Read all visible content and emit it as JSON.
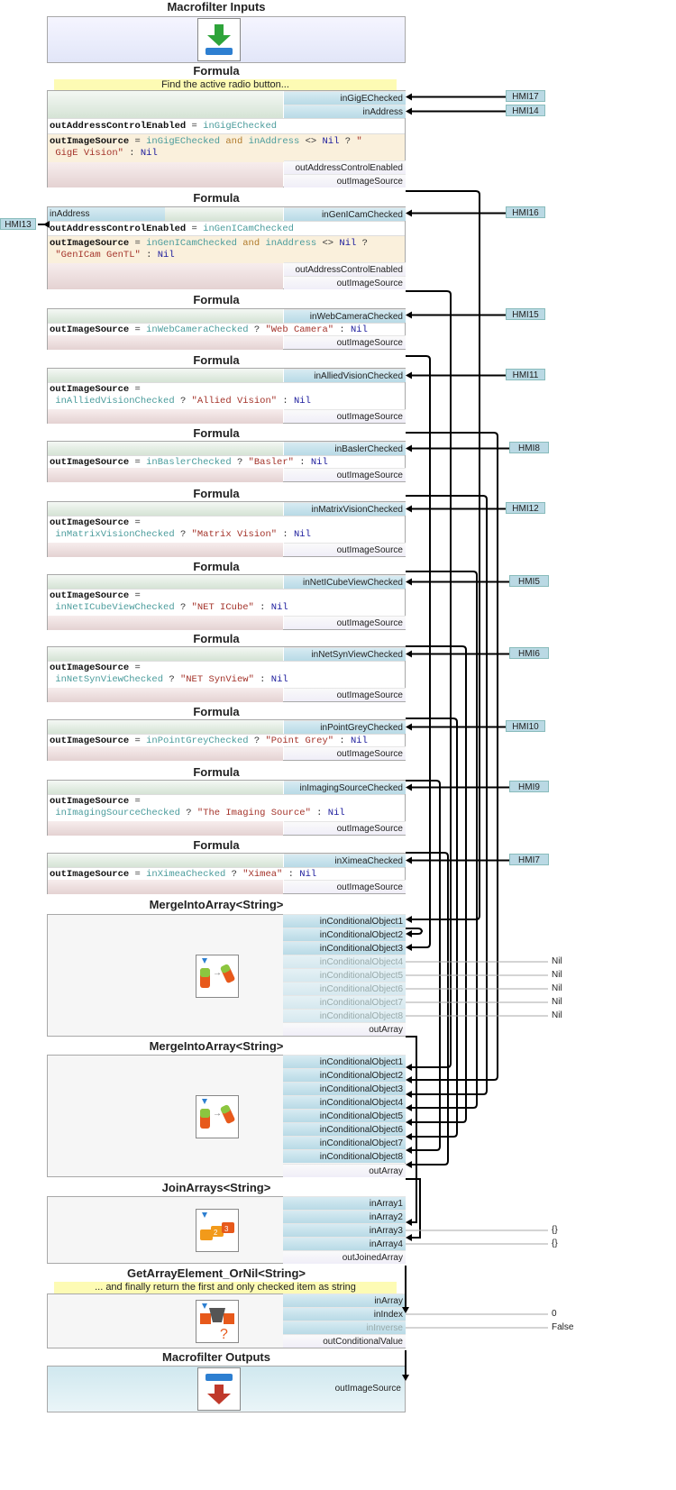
{
  "macro_inputs": {
    "title": "Macrofilter Inputs"
  },
  "macro_outputs": {
    "title": "Macrofilter Outputs",
    "port": "outImageSource"
  },
  "comments": {
    "first": "Find the active radio button...",
    "last": "... and finally return the first and only checked item as string"
  },
  "formula_title": "Formula",
  "hmi": {
    "f1a": "HMI17",
    "f1b": "HMI14",
    "f2left": "HMI13",
    "f2": "HMI16",
    "f3": "HMI15",
    "f4": "HMI11",
    "f5": "HMI8",
    "f6": "HMI12",
    "f7": "HMI5",
    "f8": "HMI6",
    "f9": "HMI10",
    "f10": "HMI9",
    "f11": "HMI7"
  },
  "formulas": [
    {
      "in": [
        "inGigEChecked",
        "inAddress"
      ],
      "out": [
        "outAddressControlEnabled",
        "outImageSource"
      ],
      "line1": [
        "outAddressControlEnabled",
        " = ",
        "inGigEChecked"
      ],
      "line2": [
        "outImageSource",
        " = ",
        "inGigEChecked",
        " and ",
        "inAddress",
        " <> ",
        "Nil",
        " ? ",
        "\"",
        "GigE Vision\"",
        " : ",
        "Nil"
      ]
    },
    {
      "in": [
        "inGenICamChecked"
      ],
      "leftin": "inAddress",
      "out": [
        "outAddressControlEnabled",
        "outImageSource"
      ],
      "line1": [
        "outAddressControlEnabled",
        " = ",
        "inGenICamChecked"
      ],
      "line2": [
        "outImageSource",
        " = ",
        "inGenICamChecked",
        " and ",
        "inAddress",
        " <> ",
        "Nil",
        " ?",
        "\"GenICam GenTL\"",
        " : ",
        "Nil"
      ]
    },
    {
      "in": [
        "inWebCameraChecked"
      ],
      "out": [
        "outImageSource"
      ],
      "var": "inWebCameraChecked",
      "str": "\"Web Camera\"",
      "oneline": true
    },
    {
      "in": [
        "inAlliedVisionChecked"
      ],
      "out": [
        "outImageSource"
      ],
      "var": "inAlliedVisionChecked",
      "str": "\"Allied Vision\"",
      "oneline": false
    },
    {
      "in": [
        "inBaslerChecked"
      ],
      "out": [
        "outImageSource"
      ],
      "var": "inBaslerChecked",
      "str": "\"Basler\"",
      "oneline": true
    },
    {
      "in": [
        "inMatrixVisionChecked"
      ],
      "out": [
        "outImageSource"
      ],
      "var": "inMatrixVisionChecked",
      "str": "\"Matrix Vision\"",
      "oneline": false
    },
    {
      "in": [
        "inNetICubeViewChecked"
      ],
      "out": [
        "outImageSource"
      ],
      "var": "inNetICubeViewChecked",
      "str": "\"NET ICube\"",
      "oneline": false
    },
    {
      "in": [
        "inNetSynViewChecked"
      ],
      "out": [
        "outImageSource"
      ],
      "var": "inNetSynViewChecked",
      "str": "\"NET SynView\"",
      "oneline": false
    },
    {
      "in": [
        "inPointGreyChecked"
      ],
      "out": [
        "outImageSource"
      ],
      "var": "inPointGreyChecked",
      "str": "\"Point Grey\"",
      "oneline": true
    },
    {
      "in": [
        "inImagingSourceChecked"
      ],
      "out": [
        "outImageSource"
      ],
      "var": "inImagingSourceChecked",
      "str": "\"The Imaging Source\"",
      "oneline": false
    },
    {
      "in": [
        "inXimeaChecked"
      ],
      "out": [
        "outImageSource"
      ],
      "var": "inXimeaChecked",
      "str": "\"Ximea\"",
      "oneline": true
    }
  ],
  "formula_tokens": {
    "out": "outImageSource",
    "eq": " = ",
    "q": " ? ",
    "colon": " : ",
    "nil": "Nil"
  },
  "merge1": {
    "title": "MergeIntoArray<String>",
    "ports": [
      "inConditionalObject1",
      "inConditionalObject2",
      "inConditionalObject3",
      "inConditionalObject4",
      "inConditionalObject5",
      "inConditionalObject6",
      "inConditionalObject7",
      "inConditionalObject8"
    ],
    "out": "outArray",
    "consts": [
      "Nil",
      "Nil",
      "Nil",
      "Nil",
      "Nil"
    ]
  },
  "merge2": {
    "title": "MergeIntoArray<String>",
    "ports": [
      "inConditionalObject1",
      "inConditionalObject2",
      "inConditionalObject3",
      "inConditionalObject4",
      "inConditionalObject5",
      "inConditionalObject6",
      "inConditionalObject7",
      "inConditionalObject8"
    ],
    "out": "outArray"
  },
  "join": {
    "title": "JoinArrays<String>",
    "ports": [
      "inArray1",
      "inArray2",
      "inArray3",
      "inArray4"
    ],
    "out": "outJoinedArray",
    "consts": [
      "{}",
      "{}"
    ]
  },
  "getel": {
    "title": "GetArrayElement_OrNil<String>",
    "ports": [
      "inArray",
      "inIndex",
      "inInverse"
    ],
    "out": "outConditionalValue",
    "consts": [
      "0",
      "False"
    ]
  }
}
